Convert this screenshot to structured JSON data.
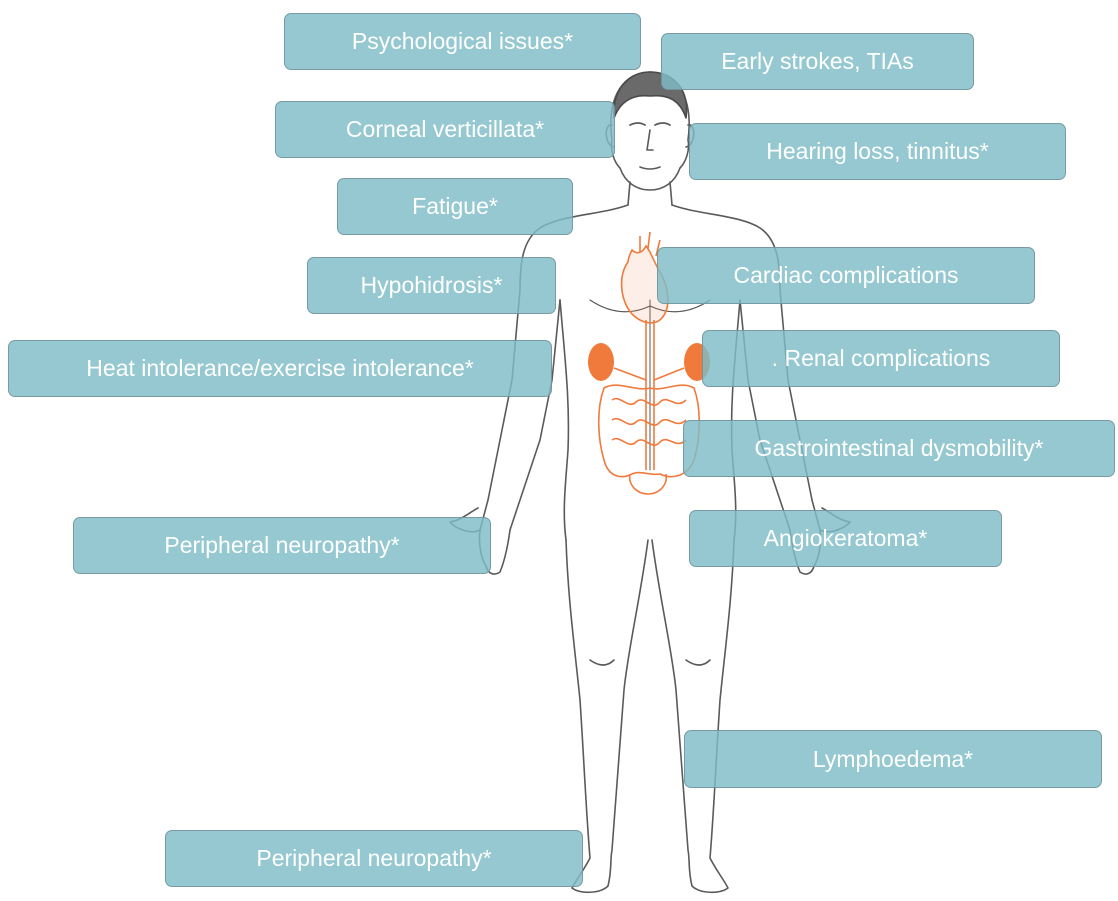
{
  "labels": [
    {
      "key": "psych",
      "text": "Psychological issues*"
    },
    {
      "key": "stroke",
      "text": "Early strokes, TIAs"
    },
    {
      "key": "cornea",
      "text": "Corneal verticillata*"
    },
    {
      "key": "hearing",
      "text": "Hearing loss, tinnitus*"
    },
    {
      "key": "fatigue",
      "text": "Fatigue*"
    },
    {
      "key": "hypo",
      "text": "Hypohidrosis*"
    },
    {
      "key": "cardiac",
      "text": "Cardiac complications"
    },
    {
      "key": "heat",
      "text": "Heat intolerance/exercise intolerance*"
    },
    {
      "key": "renal",
      "text": ". Renal complications"
    },
    {
      "key": "gi",
      "text": "Gastrointestinal dysmobility*"
    },
    {
      "key": "pn_hand",
      "text": "Peripheral neuropathy*"
    },
    {
      "key": "angio",
      "text": "Angiokeratoma*"
    },
    {
      "key": "lymph",
      "text": "Lymphoedema*"
    },
    {
      "key": "pn_foot",
      "text": "Peripheral neuropathy*"
    }
  ],
  "colors": {
    "label_fill": "#7EBCC6",
    "body_outline": "#555555",
    "organ": "#F07A3C"
  }
}
